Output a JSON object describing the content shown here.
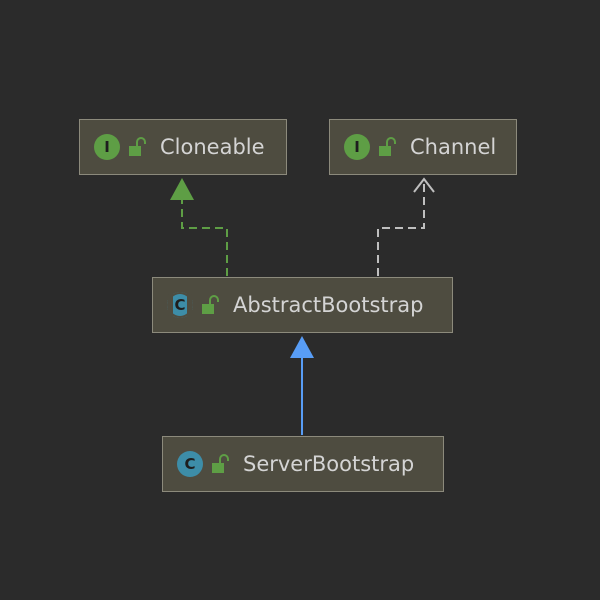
{
  "colors": {
    "background": "#2b2b2b",
    "node_fill": "#4e4c40",
    "node_border": "#8c8a7c",
    "interface_badge": "#5e9e45",
    "class_badge": "#3d8da8",
    "implements_edge": "#5e9e45",
    "dependency_edge": "#bfbfbf",
    "extends_edge": "#589df6"
  },
  "nodes": {
    "cloneable": {
      "label": "Cloneable",
      "kind": "interface",
      "badge": "I",
      "icon": "public-lock-icon"
    },
    "channel": {
      "label": "Channel",
      "kind": "interface",
      "badge": "I",
      "icon": "public-lock-icon"
    },
    "abstract_bootstrap": {
      "label": "AbstractBootstrap",
      "kind": "abstract-class",
      "badge": "C",
      "icon": "public-lock-icon"
    },
    "server_bootstrap": {
      "label": "ServerBootstrap",
      "kind": "class",
      "badge": "C",
      "icon": "public-lock-icon"
    }
  },
  "edges": [
    {
      "from": "AbstractBootstrap",
      "to": "Cloneable",
      "type": "implements",
      "style": "dashed",
      "arrow": "filled-triangle"
    },
    {
      "from": "AbstractBootstrap",
      "to": "Channel",
      "type": "dependency",
      "style": "dashed",
      "arrow": "open"
    },
    {
      "from": "ServerBootstrap",
      "to": "AbstractBootstrap",
      "type": "extends",
      "style": "solid",
      "arrow": "filled-triangle"
    }
  ]
}
